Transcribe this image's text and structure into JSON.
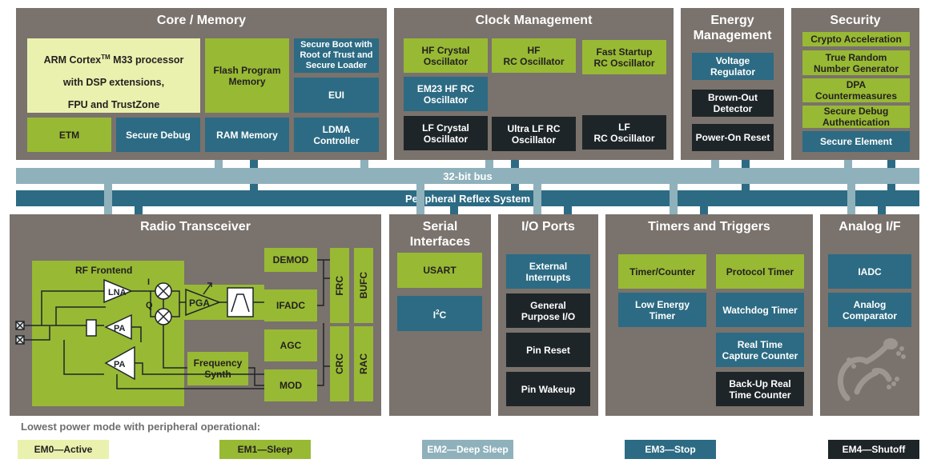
{
  "core": {
    "title": "Core / Memory",
    "arm_line1": "ARM Cortex",
    "arm_tm": "TM",
    "arm_line1b": " M33 processor",
    "arm_line2": "with DSP extensions,",
    "arm_line3": "FPU and TrustZone",
    "flash": "Flash Program\nMemory",
    "secure_boot": "Secure Boot with\nRoot of Trust and\nSecure Loader",
    "eui": "EUI",
    "etm": "ETM",
    "secure_debug": "Secure Debug",
    "ram": "RAM Memory",
    "ldma": "LDMA\nController"
  },
  "clock": {
    "title": "Clock Management",
    "hf_crystal": "HF Crystal\nOscillator",
    "hf_rc": "HF\nRC Oscillator",
    "fast_startup": "Fast Startup\nRC Oscillator",
    "em23": "EM23 HF RC\nOscillator",
    "lf_crystal": "LF Crystal\nOscillator",
    "ultra_lf": "Ultra LF RC\nOscillator",
    "lf_rc": "LF\nRC Oscillator"
  },
  "energy": {
    "title": "Energy\nManagement",
    "voltage_reg": "Voltage\nRegulator",
    "brown_out": "Brown-Out\nDetector",
    "por": "Power-On Reset"
  },
  "security": {
    "title": "Security",
    "crypto": "Crypto Acceleration",
    "trng": "True Random\nNumber Generator",
    "dpa": "DPA\nCountermeasures",
    "sec_debug_auth": "Secure Debug\nAuthentication",
    "secure_element": "Secure Element"
  },
  "bus": {
    "bus32": "32-bit bus",
    "prs": "Peripheral Reflex System"
  },
  "radio": {
    "title": "Radio Transceiver",
    "rf_frontend": "RF Frontend",
    "lna": "LNA",
    "i": "I",
    "q": "Q",
    "pa1": "PA",
    "pa2": "PA",
    "pga": "PGA",
    "demod": "DEMOD",
    "ifadc": "IFADC",
    "agc": "AGC",
    "mod": "MOD",
    "freq_synth": "Frequency\nSynth",
    "frc": "FRC",
    "bufc": "BUFC",
    "crc": "CRC",
    "rac": "RAC"
  },
  "serial": {
    "title": "Serial\nInterfaces",
    "usart": "USART",
    "i2c_main": "I",
    "i2c_sup": "2",
    "i2c_end": "C"
  },
  "io": {
    "title": "I/O Ports",
    "ext_int": "External\nInterrupts",
    "gpio": "General\nPurpose I/O",
    "pin_reset": "Pin Reset",
    "pin_wakeup": "Pin Wakeup"
  },
  "timers": {
    "title": "Timers and Triggers",
    "timer_counter": "Timer/Counter",
    "protocol_timer": "Protocol Timer",
    "le_timer": "Low Energy Timer",
    "watchdog": "Watchdog Timer",
    "rtcc": "Real Time\nCapture Counter",
    "backup_rtc": "Back-Up Real\nTime Counter"
  },
  "analog": {
    "title": "Analog I/F",
    "iadc": "IADC",
    "acmp": "Analog\nComparator",
    "logo_icon": "gecko-logo-icon"
  },
  "legend": {
    "caption": "Lowest power mode with peripheral operational:",
    "items": [
      {
        "label": "EM0—Active",
        "color": "#eaf1ae"
      },
      {
        "label": "EM1—Sleep",
        "color": "#98b934"
      },
      {
        "label": "EM2—Deep Sleep",
        "color": "#8fb1bb"
      },
      {
        "label": "EM3—Stop",
        "color": "#2c6b83"
      },
      {
        "label": "EM4—Shutoff",
        "color": "#1e2528"
      }
    ]
  },
  "colors": {
    "panel": "#7a726c",
    "em0": "#eaf1ae",
    "em1": "#98b934",
    "em2": "#8fb1bb",
    "em3": "#2c6b83",
    "em4": "#1e2528"
  }
}
